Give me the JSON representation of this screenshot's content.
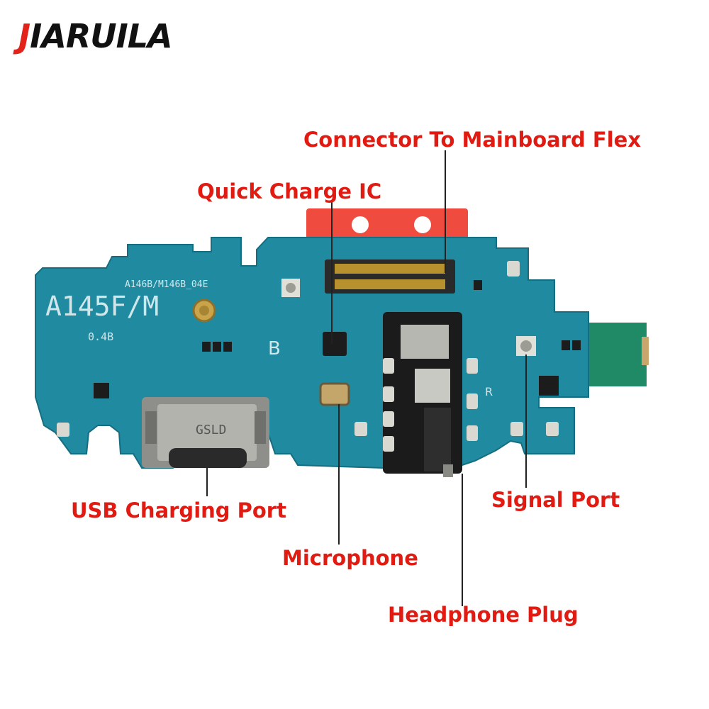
{
  "brand": {
    "text": "JIARUILA",
    "first_letter": "J",
    "rest": "IARUILA",
    "accent_color": "#e32219"
  },
  "board": {
    "model_label": "A145F/M",
    "part_label": "A146B/M146B_04E",
    "version_label": "0.4B",
    "silk_b": "B",
    "silk_r": "R",
    "usb_marking": "GSLD",
    "pcb_color": "#1f8aa0",
    "flex_color": "#ef4b3e"
  },
  "callouts": {
    "connector": "Connector To Mainboard Flex",
    "quick_charge": "Quick Charge IC",
    "usb": "USB Charging Port",
    "signal": "Signal Port",
    "microphone": "Microphone",
    "headphone": "Headphone Plug"
  },
  "label_color": "#e11b12"
}
